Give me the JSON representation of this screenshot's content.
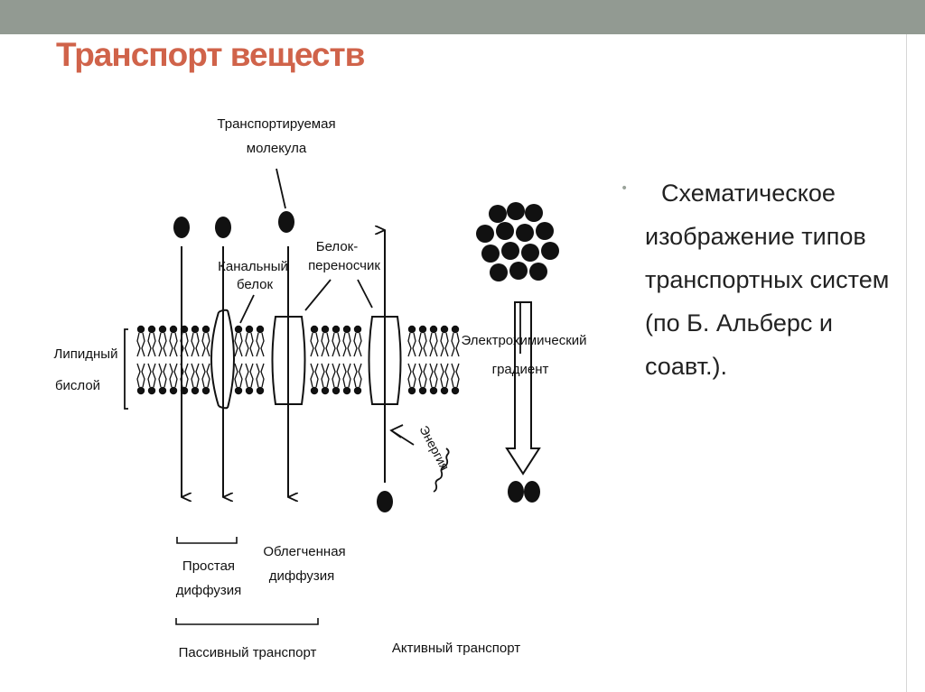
{
  "slide": {
    "title": "Транспорт веществ",
    "accent_color": "#d0634a",
    "top_bar_color": "#929a92"
  },
  "diagram": {
    "labels": {
      "transported_molecule": [
        "Транспортируемая",
        "молекула"
      ],
      "channel_protein": [
        "Канальный",
        "белок"
      ],
      "carrier_protein": [
        "Белок-",
        "переносчик"
      ],
      "lipid_bilayer": [
        "Липидный",
        "бислой"
      ],
      "electrochemical_gradient": [
        "Электрохимический",
        "градиент"
      ],
      "energy": "Энергия",
      "simple_diffusion": [
        "Простая",
        "диффузия"
      ],
      "facilitated_diffusion": [
        "Облегченная",
        "диффузия"
      ],
      "passive_transport": "Пассивный транспорт",
      "active_transport": "Активный транспорт"
    }
  },
  "bullet": {
    "text": "Схематическое изображение типов транспортных систем (по Б. Альберс и соавт.).",
    "icon": "bullet-dot-icon"
  }
}
